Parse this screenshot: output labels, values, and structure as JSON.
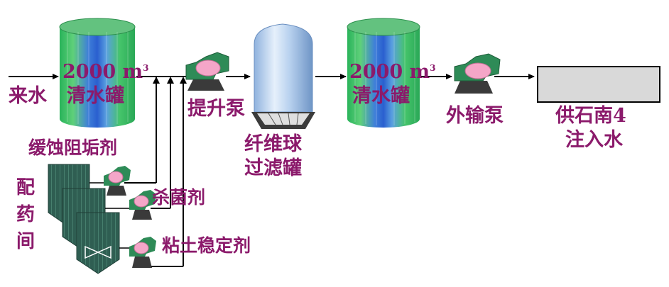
{
  "labels": {
    "inflow": "来水",
    "tank1_volume": "2000 m",
    "tank1_unit_sup": "3",
    "tank1_name": "清水罐",
    "lift_pump": "提升泵",
    "filter_line1": "纤维球",
    "filter_line2": "过滤罐",
    "tank2_volume": "2000 m",
    "tank2_unit_sup": "3",
    "tank2_name": "清水罐",
    "export_pump": "外输泵",
    "destination_line1": "供石南4",
    "destination_line2": "注入水",
    "corrosion_inhibitor": "缓蚀阻垢剂",
    "bactericide": "杀菌剂",
    "clay_stabilizer": "粘土稳定剂",
    "dosing_room": [
      "配",
      "药",
      "间"
    ]
  },
  "colors": {
    "label_text": "#8b1a6b",
    "pipe": "#000000",
    "pump_body": "#2e8b57",
    "pump_head": "#f4a6c8",
    "pump_base": "#3a3a3a",
    "tank_green": "#2fbf5a",
    "tank_blue": "#3a6ed6",
    "filter_body": "#a9c6ea",
    "destination_box": "#d9d9d9",
    "dosing_tank": "#2f5e52"
  }
}
